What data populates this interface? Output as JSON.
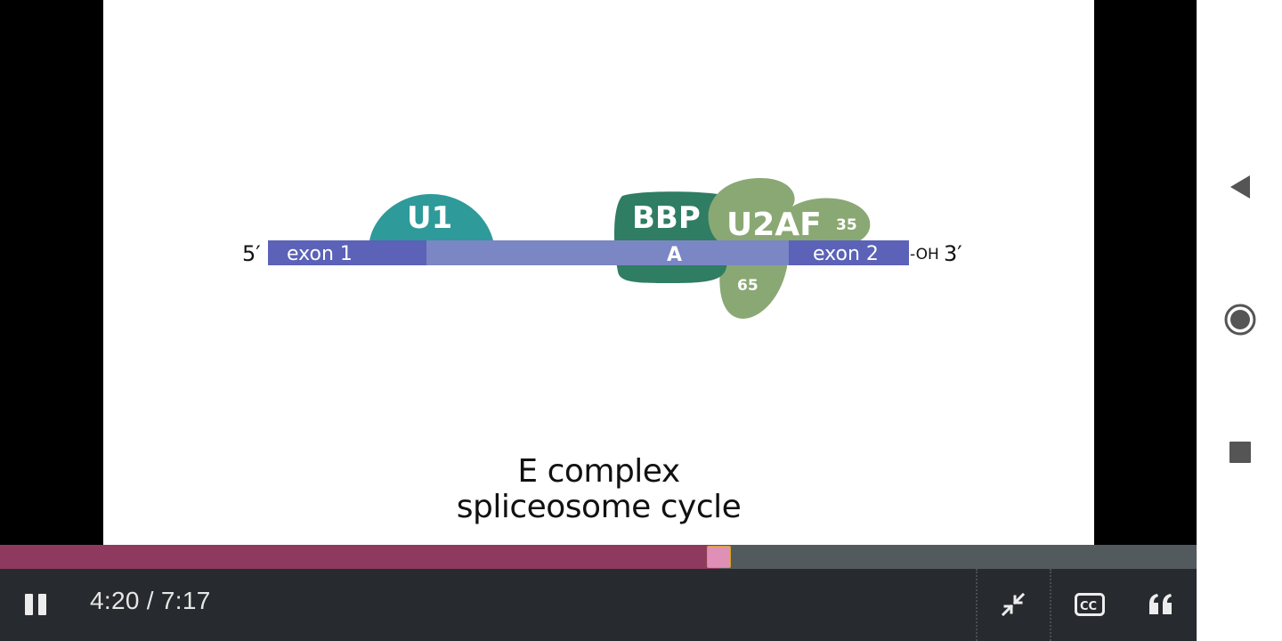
{
  "video": {
    "diagram": {
      "five_prime": "5′",
      "three_prime": "3′",
      "oh": "-OH",
      "exon1": "exon 1",
      "exon2": "exon 2",
      "branch_point": "A",
      "u1": "U1",
      "bbp": "BBP",
      "u2af": "U2AF",
      "sub35": "35",
      "sub65": "65"
    },
    "caption_line1": "E complex",
    "caption_line2": "spliceosome cycle"
  },
  "player": {
    "progress_fraction": 0.601,
    "time_text": "4:20 / 7:17",
    "play_state_icon": "pause-icon",
    "exit_fullscreen_icon": "collapse-icon",
    "cc_icon": "closed-captions-icon",
    "quote_icon": "quote-icon"
  },
  "navbar": {
    "back_icon": "back-triangle-icon",
    "home_icon": "home-circle-icon",
    "recents_icon": "recents-square-icon"
  },
  "colors": {
    "seek_played": "#8e3a5f",
    "seek_remaining": "#535a5e",
    "seek_thumb": "#e08fb7",
    "controls_bg": "#272a2e",
    "exon": "#5b62b8",
    "intron": "#7b86c4",
    "u1": "#2e9a9a",
    "bbp": "#2f7d63",
    "u2af": "#8aa873"
  }
}
